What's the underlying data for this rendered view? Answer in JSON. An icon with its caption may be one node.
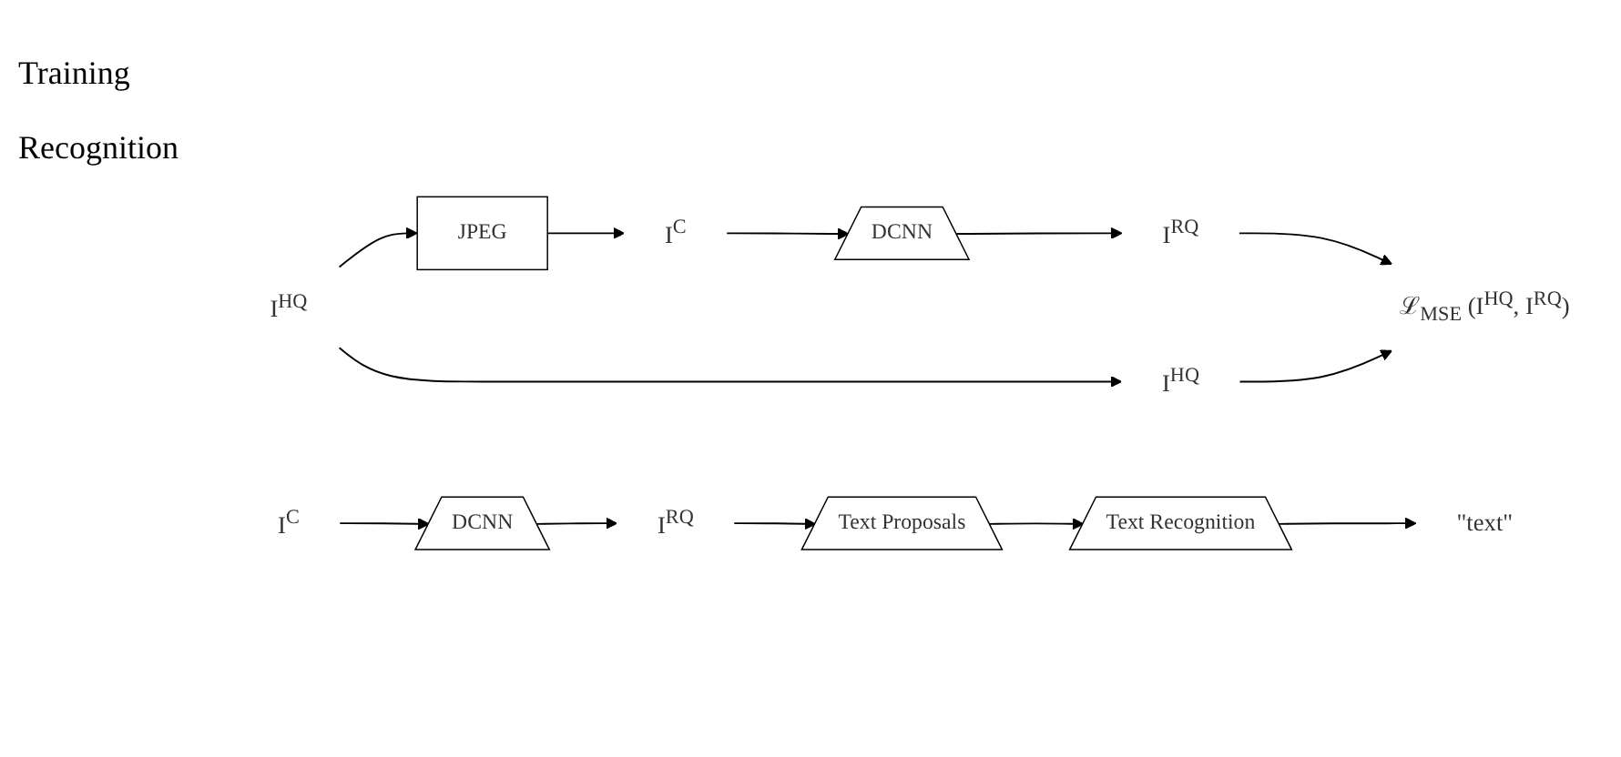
{
  "diagram": {
    "nodes": [
      {
        "text": [
          "I$^{HQ}$"
        ]
      },
      {
        "text": [
          "JPEG"
        ]
      },
      {
        "text": [
          "I$^{C}$"
        ]
      },
      {
        "text": [
          "DCNN"
        ]
      },
      {
        "text": [
          "I$^{RQ}$"
        ]
      },
      {
        "text": [
          "ℒ$_{MSE}$ (I$^{HQ}$, I$^{RQ}$)"
        ]
      },
      {
        "text": [
          "I$^{HQ}$"
        ]
      },
      {
        "text": [
          "I$^{C}$"
        ]
      },
      {
        "text": [
          "DCNN"
        ]
      },
      {
        "text": [
          "I$^{RQ}$"
        ]
      },
      {
        "text": [
          "Text Proposals"
        ]
      },
      {
        "text": [
          "Text Recognition"
        ]
      },
      {
        "text": [
          "\"text\""
        ]
      }
    ],
    "edges": [
      {
        "from": 0,
        "to": 1,
        "arrow": "to"
      },
      {
        "from": 1,
        "to": 2,
        "arrow": "to"
      },
      {
        "from": 2,
        "to": 3,
        "arrow": "to"
      },
      {
        "from": 3,
        "to": 4,
        "arrow": "to"
      },
      {
        "from": 4,
        "to": 5,
        "arrow": "to"
      },
      {
        "from": 0,
        "to": 6,
        "arrow": "to"
      },
      {
        "from": 6,
        "to": 5,
        "arrow": "to"
      },
      {
        "from": 7,
        "to": 8,
        "arrow": "to"
      },
      {
        "from": 8,
        "to": 9,
        "arrow": "to"
      },
      {
        "from": 9,
        "to": 10,
        "arrow": "to"
      },
      {
        "from": 10,
        "to": 11,
        "arrow": "to"
      },
      {
        "from": 11,
        "to": 12,
        "arrow": "to"
      }
    ],
    "labels": [
      "Training",
      "Recognition"
    ]
  }
}
